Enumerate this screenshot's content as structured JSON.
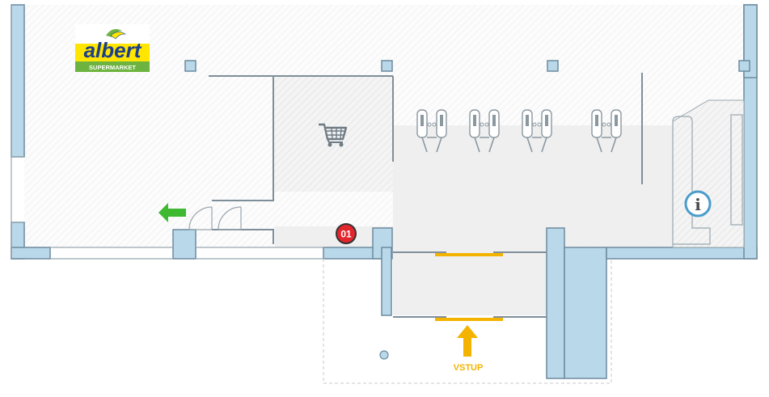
{
  "logo": {
    "brand": "albert",
    "subtitle": "SUPERMARKET",
    "colors": {
      "yellow": "#ffe500",
      "green": "#6cb33f",
      "blue": "#1b3f8b"
    }
  },
  "markers": {
    "store_number": "01",
    "store_number_color": "#e3262c",
    "entrance_label": "VSTUP",
    "entrance_color": "#f3b300",
    "info_letter": "i",
    "info_color": "#4a9ccb",
    "exit_arrow_color": "#3fb832"
  },
  "icons": [
    "shopping-cart-icon",
    "exit-arrow-icon",
    "entrance-arrow-icon",
    "info-icon",
    "shopping-trolley-icon"
  ],
  "colors": {
    "wall": "#b9d9ea",
    "corridor": "#efefef",
    "line": "#7f8f9a"
  }
}
